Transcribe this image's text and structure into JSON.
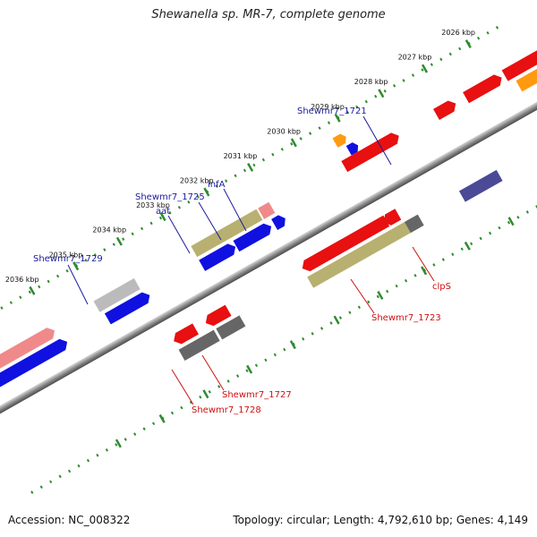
{
  "title": "Shewanella sp. MR-7, complete genome",
  "footer": {
    "accession": "Accession: NC_008322",
    "summary": "Topology: circular; Length: 4,792,610 bp; Genes: 4,149"
  },
  "colors": {
    "backbone": "#7a7a7a",
    "scale_dots": "#2e8b2e",
    "label_forward": "#1a1aa0",
    "label_reverse": "#cc1010",
    "red": "#e81010",
    "pink": "#f08a8a",
    "blue": "#1010e0",
    "olive": "#b8b070",
    "grey": "#666666",
    "lightgrey": "#bbbbbb",
    "orange": "#ff9a10",
    "navy": "#4a4a96"
  },
  "ticks": [
    "2026 kbp",
    "2027 kbp",
    "2028 kbp",
    "2029 kbp",
    "2030 kbp",
    "2031 kbp",
    "2032 kbp",
    "2033 kbp",
    "2034 kbp",
    "2035 kbp",
    "2036 kbp"
  ],
  "labels": {
    "forward": [
      "Shewmr7_1721",
      "infA",
      "Shewmr7_1725",
      "aat",
      "Shewmr7_1729"
    ],
    "reverse": [
      "clpS",
      "Shewmr7_1723",
      "Shewmr7_1727",
      "Shewmr7_1728"
    ]
  }
}
